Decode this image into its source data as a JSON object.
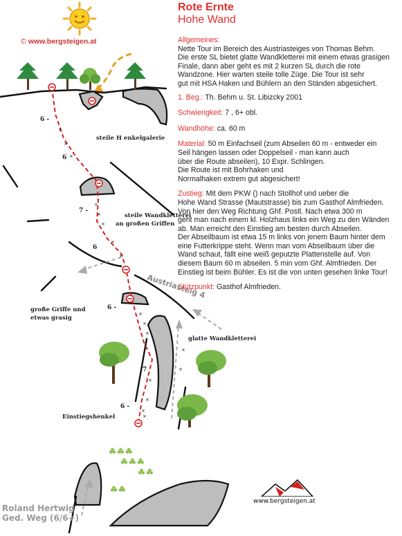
{
  "header": {
    "title": "Rote Ernte",
    "subtitle": "Hohe Wand"
  },
  "website": "www.bergsteigen.at",
  "copyright": "©",
  "logo_text": "www.bergsteigen.at",
  "info": {
    "allgemeines_label": "Allgemeines:",
    "allgemeines_text": "Nette Tour im Bereich des Austriasteiges von Thomas Behm.\nDie erste SL bietet glatte Wandkletterei mit einem etwas grasigen\nFinale, dann aber geht es mit 2 kurzen SL durch die rote\nWandzone. Hier warten steile tolle Züge. Die Tour ist sehr\ngut mit HSA Haken und Bühlern an den Ständen abgesichert.",
    "beg_label": "1. Beg.:",
    "beg_text": " Th. Behm u. St. Libizcky 2001",
    "schwierigkeit_label": "Schwierigkeit:",
    "schwierigkeit_text": " 7 , 6+ obl.",
    "wandhoehe_label": "Wandhöhe:",
    "wandhoehe_text": " ca. 60 m",
    "material_label": "Material:",
    "material_text": " 50 m Einfachseil (zum Abseilen 60 m - entweder ein\nSeil hängen lassen oder Doppelseil - man kann auch\nüber die Route abseilen), 10 Expr. Schlingen.\nDie Route ist mit Bohrhaken und\nNormalhaken extrem gut abgesichert!",
    "zustieg_label": "Zustieg:",
    "zustieg_text": " Mit dem PKW () nach Stollhof und ueber die\nHohe Wand Strasse (Mautstrasse) bis zum Gasthof Almfrieden.\nVon hier den Weg Richtung Ghf. Postl. Nach etwa 300 m\ngeht man nach einem kl. Holzhaus links ein Weg zu den Wänden\nab. Man erreicht den Einstieg am besten durch Abseilen.\nDer Abseilbaum ist etwa 15 m links von jenem Baum hinter dem\neine Futterkrippe steht. Wenn man vom Abseilbaum über die\nWand schaut, fällt eine weiß geputzte Plattenstelle auf. Von\ndiesem Baum 60 m abseilen. 5 min vom Ghf. Almfrieden. Der\nEinstieg ist beim Bühler. Es ist die von unten gesehen linke Tour!",
    "stuetzpunkt_label": "Stützpunkt:",
    "stuetzpunkt_text": " Gasthof Almfrieden."
  },
  "topo": {
    "labels": {
      "henkelgalerie": "steile H enkelgalerie",
      "wandkletterei_1": "steile Wandkletterei",
      "wandkletterei_2": "an großen Griffen",
      "austriasteig": "Austriasteig 4",
      "griffe_1": "große Griffe und",
      "griffe_2": "etwas grasig",
      "glatte": "glatte Wandkletterei",
      "einstieg": "Einstiegshenkel"
    },
    "grades": [
      "6 -",
      "6",
      "7 -",
      "6",
      "6 -",
      "7",
      "6 -"
    ]
  },
  "credit": "Roland Hertwig\nGed. Weg (6/6+)",
  "colors": {
    "accent": "#e03030",
    "route": "#d42020",
    "rock": "#bdbdbd",
    "tree": "#2e8b3e",
    "sun": "#f0b020",
    "path": "#e8a020"
  }
}
